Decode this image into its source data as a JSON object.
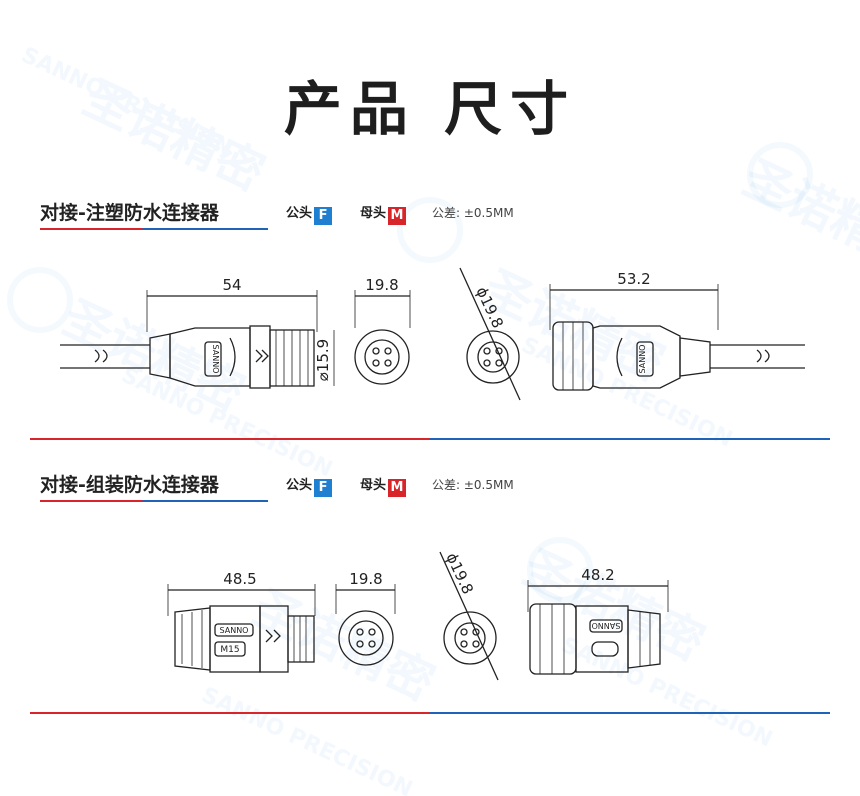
{
  "page": {
    "title": "产品 尺寸"
  },
  "watermark": {
    "brand_cn": "圣诺精密",
    "brand_en": "SANNO PRECISION"
  },
  "sections": [
    {
      "title": "对接-注塑防水连接器",
      "male_label": "公头",
      "male_badge": "F",
      "female_label": "母头",
      "female_badge": "M",
      "tolerance": "公差: ±0.5MM",
      "dims": {
        "length_male": "54",
        "thread_dia": "⌀15.9",
        "width_front": "19.8",
        "circle_dia": "ϕ19.8",
        "length_female": "53.2"
      },
      "part_text": "SANNO"
    },
    {
      "title": "对接-组装防水连接器",
      "male_label": "公头",
      "male_badge": "F",
      "female_label": "母头",
      "female_badge": "M",
      "tolerance": "公差: ±0.5MM",
      "dims": {
        "length_male": "48.5",
        "width_front": "19.8",
        "circle_dia": "ϕ19.8",
        "length_female": "48.2"
      },
      "part_text": "SANNO",
      "part_text_2": "M15"
    }
  ],
  "colors": {
    "red": "#d8252a",
    "blue": "#1f63b8",
    "badge_f": "#1f7fd1"
  }
}
